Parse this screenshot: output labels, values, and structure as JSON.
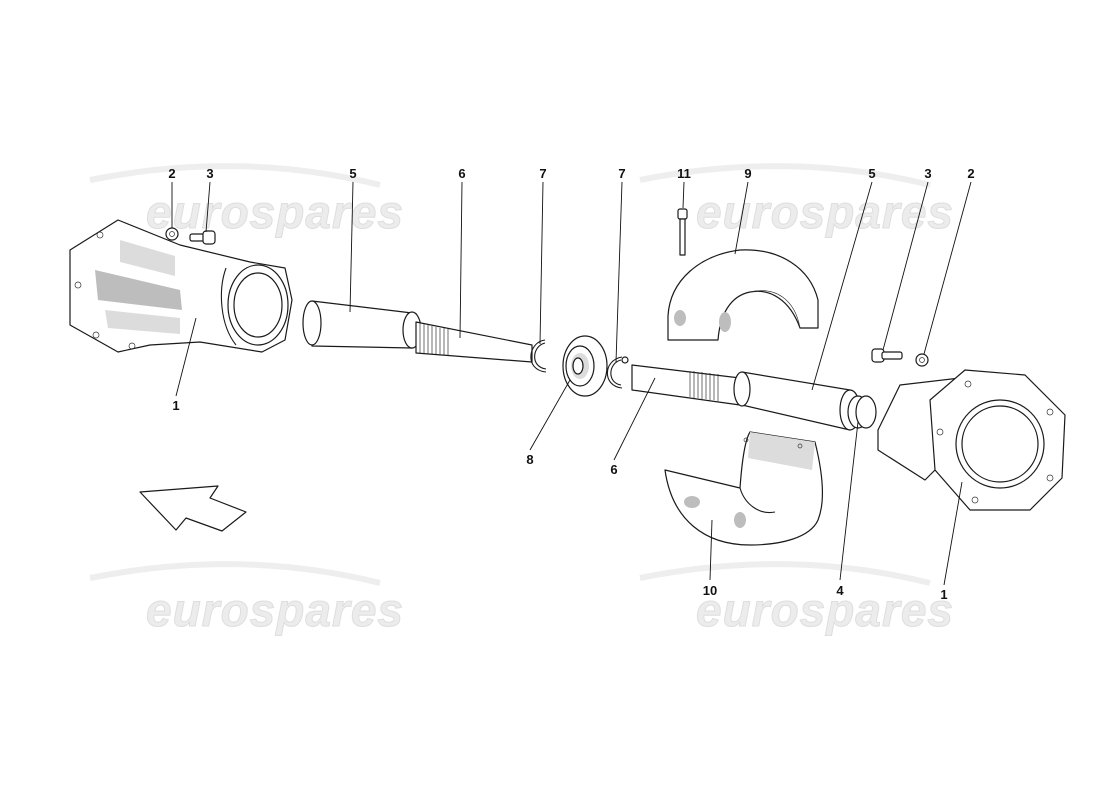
{
  "watermark": {
    "text": "eurospares"
  },
  "callouts": {
    "left_housing": "1",
    "left_washer": "2",
    "left_screw": "3",
    "left_tube": "5",
    "left_shaft": "6",
    "left_circlip": "7",
    "right_circlip": "7",
    "bearing": "8",
    "right_shaft": "6",
    "vertical_screw": "11",
    "upper_clamp": "9",
    "right_tube": "5",
    "right_screw": "3",
    "right_washer": "2",
    "joint": "4",
    "lower_clamp": "10",
    "right_housing": "1"
  }
}
